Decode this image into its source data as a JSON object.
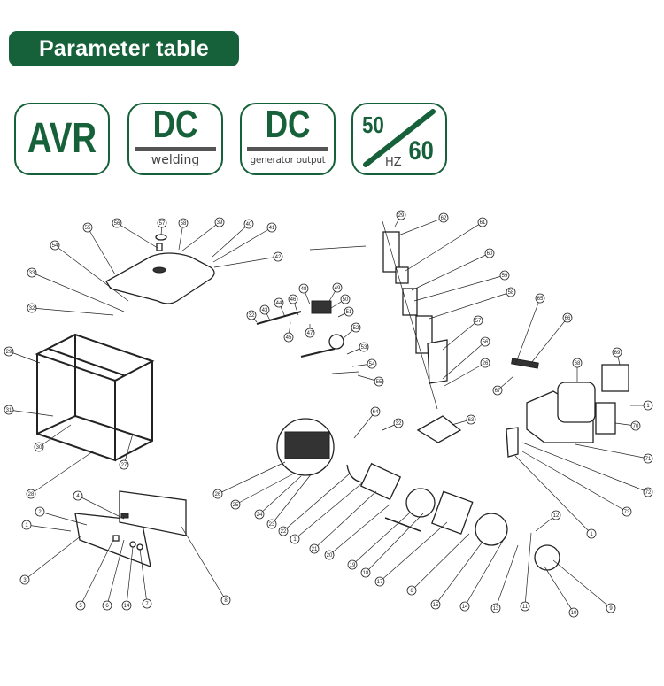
{
  "header": {
    "title": "Parameter table"
  },
  "badges": [
    {
      "main": "AVR"
    },
    {
      "main": "DC",
      "sub": "welding"
    },
    {
      "main": "DC",
      "sub": "generator output"
    },
    {
      "top": "50",
      "bottom": "60",
      "unit": "HZ"
    }
  ],
  "colors": {
    "brand_green": "#17613a",
    "bar_gray": "#555555"
  },
  "diagram": {
    "callouts": [
      "57",
      "56",
      "58",
      "39",
      "40",
      "41",
      "42",
      "55",
      "54",
      "33",
      "32",
      "29",
      "31",
      "30",
      "27",
      "28",
      "32",
      "43",
      "44",
      "46",
      "48",
      "49",
      "50",
      "51",
      "45",
      "47",
      "52",
      "53",
      "54",
      "55",
      "29",
      "62",
      "61",
      "60",
      "59",
      "58",
      "57",
      "56",
      "26",
      "64",
      "32",
      "63",
      "65",
      "66",
      "67",
      "68",
      "69",
      "1",
      "70",
      "71",
      "72",
      "73",
      "1",
      "26",
      "25",
      "24",
      "23",
      "22",
      "1",
      "21",
      "20",
      "19",
      "18",
      "17",
      "6",
      "15",
      "14",
      "13",
      "11",
      "10",
      "9",
      "12",
      "4",
      "2",
      "1",
      "3",
      "5",
      "6",
      "14",
      "7",
      "8"
    ]
  }
}
